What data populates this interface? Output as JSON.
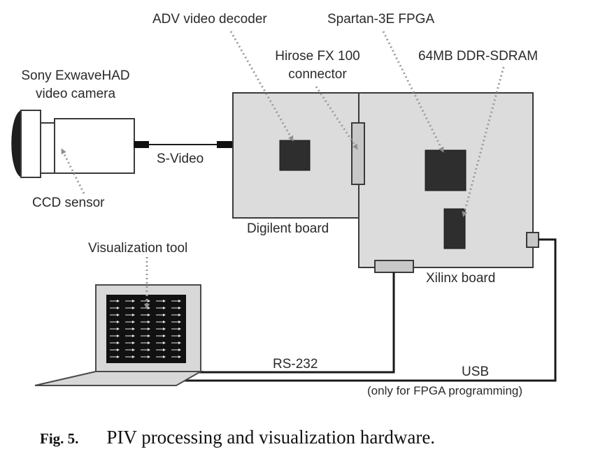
{
  "labels": {
    "adv_decoder": "ADV video decoder",
    "spartan": "Spartan-3E FPGA",
    "hirose_line1": "Hirose FX 100",
    "hirose_line2": "connector",
    "ddr_sdram": "64MB DDR-SDRAM",
    "camera_line1": "Sony ExwaveHAD",
    "camera_line2": "video camera",
    "s_video": "S-Video",
    "ccd_sensor": "CCD sensor",
    "digilent_board": "Digilent board",
    "visualization_tool": "Visualization tool",
    "xilinx_board": "Xilinx board",
    "rs232": "RS-232",
    "usb": "USB",
    "usb_note": "(only for FPGA programming)"
  },
  "caption": {
    "figure_number": "Fig. 5.",
    "text": "PIV processing and visualization hardware."
  },
  "colors": {
    "board_fill": "#dcdcdc",
    "chip_fill": "#2e2e2e",
    "outline": "#3a3a3a",
    "cable": "#1a1a1a",
    "dotted_leader": "#9a9a9a"
  }
}
